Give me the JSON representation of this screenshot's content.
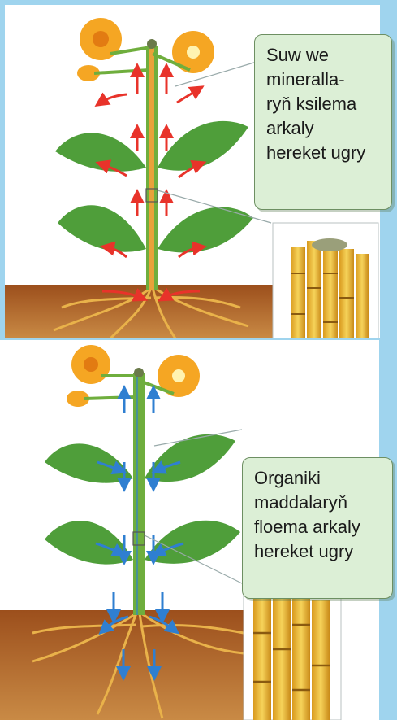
{
  "xylem_panel": {
    "callout_lines": [
      "Suw we",
      "mineralla-",
      "ryň ksilema",
      "arkaly",
      "hereket ugry"
    ],
    "arrow_color": "#e8332a"
  },
  "phloem_panel": {
    "callout_lines": [
      "Organiki",
      "maddalaryň",
      "floema arkaly",
      "hereket ugry"
    ],
    "arrow_color": "#2f7fd1"
  },
  "colors": {
    "background": "#9fd4ee",
    "callout_fill": "#dcefd6",
    "leaf": "#4f9e3a",
    "stem": "#6fae3d",
    "soil": "#b5672a",
    "flower": "#f5a623",
    "vessel": "#e9b83a"
  }
}
